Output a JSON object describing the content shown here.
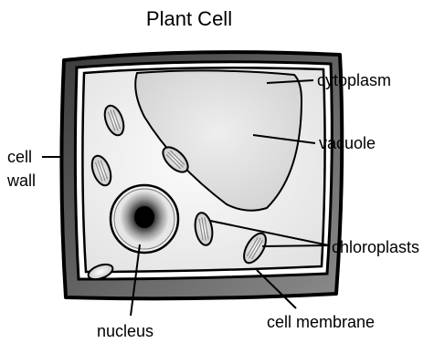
{
  "title": "Plant Cell",
  "labels": {
    "cytoplasm": "cytoplasm",
    "vacuole": "vacuole",
    "cell_wall_line1": "cell",
    "cell_wall_line2": "wall",
    "chloroplasts": "chloroplasts",
    "nucleus": "nucleus",
    "cell_membrane": "cell membrane"
  },
  "colors": {
    "wall_fill": "#5a5a5a",
    "cytoplasm_fill": "#efefef",
    "vacuole_fill": "#dcdcdc",
    "outline": "#000000"
  }
}
